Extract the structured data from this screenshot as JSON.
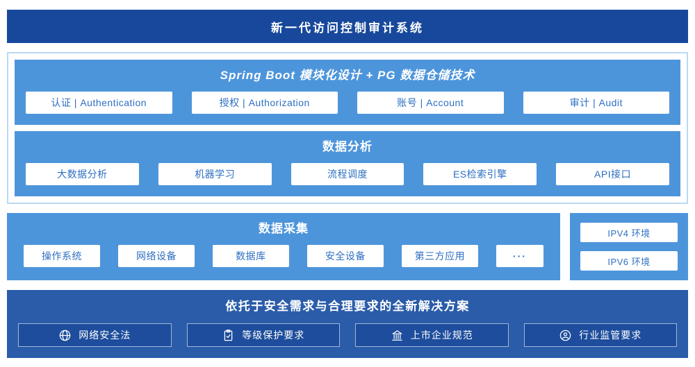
{
  "header": {
    "title": "新一代访问控制审计系统"
  },
  "platform": {
    "tech": {
      "title": "Spring Boot 模块化设计 + PG 数据仓储技术",
      "modules": [
        "认证 | Authentication",
        "授权 | Authorization",
        "账号 | Account",
        "审计 | Audit"
      ]
    },
    "analysis": {
      "title": "数据分析",
      "modules": [
        "大数据分析",
        "机器学习",
        "流程调度",
        "ES检索引擎",
        "API接口"
      ]
    }
  },
  "collection": {
    "title": "数据采集",
    "sources": [
      "操作系统",
      "网络设备",
      "数据库",
      "安全设备",
      "第三方应用",
      "···"
    ]
  },
  "environments": {
    "items": [
      "IPV4 环境",
      "IPV6 环境"
    ]
  },
  "solution": {
    "title": "依托于安全需求与合理要求的全新解决方案",
    "items": [
      {
        "icon": "globe-icon",
        "label": "网络安全法"
      },
      {
        "icon": "clipboard-check-icon",
        "label": "等级保护要求"
      },
      {
        "icon": "bank-building-icon",
        "label": "上市企业规范"
      },
      {
        "icon": "supervision-badge-icon",
        "label": "行业监管要求"
      }
    ]
  },
  "colors": {
    "header_bg": "#17489B",
    "band_bg": "#4D95DB",
    "box_text_blue": "#2D6FC2",
    "platform_outline": "#B9D9F4",
    "solution_bg": "#2A5CA9",
    "solution_box_bg": "#1D4D9C"
  }
}
